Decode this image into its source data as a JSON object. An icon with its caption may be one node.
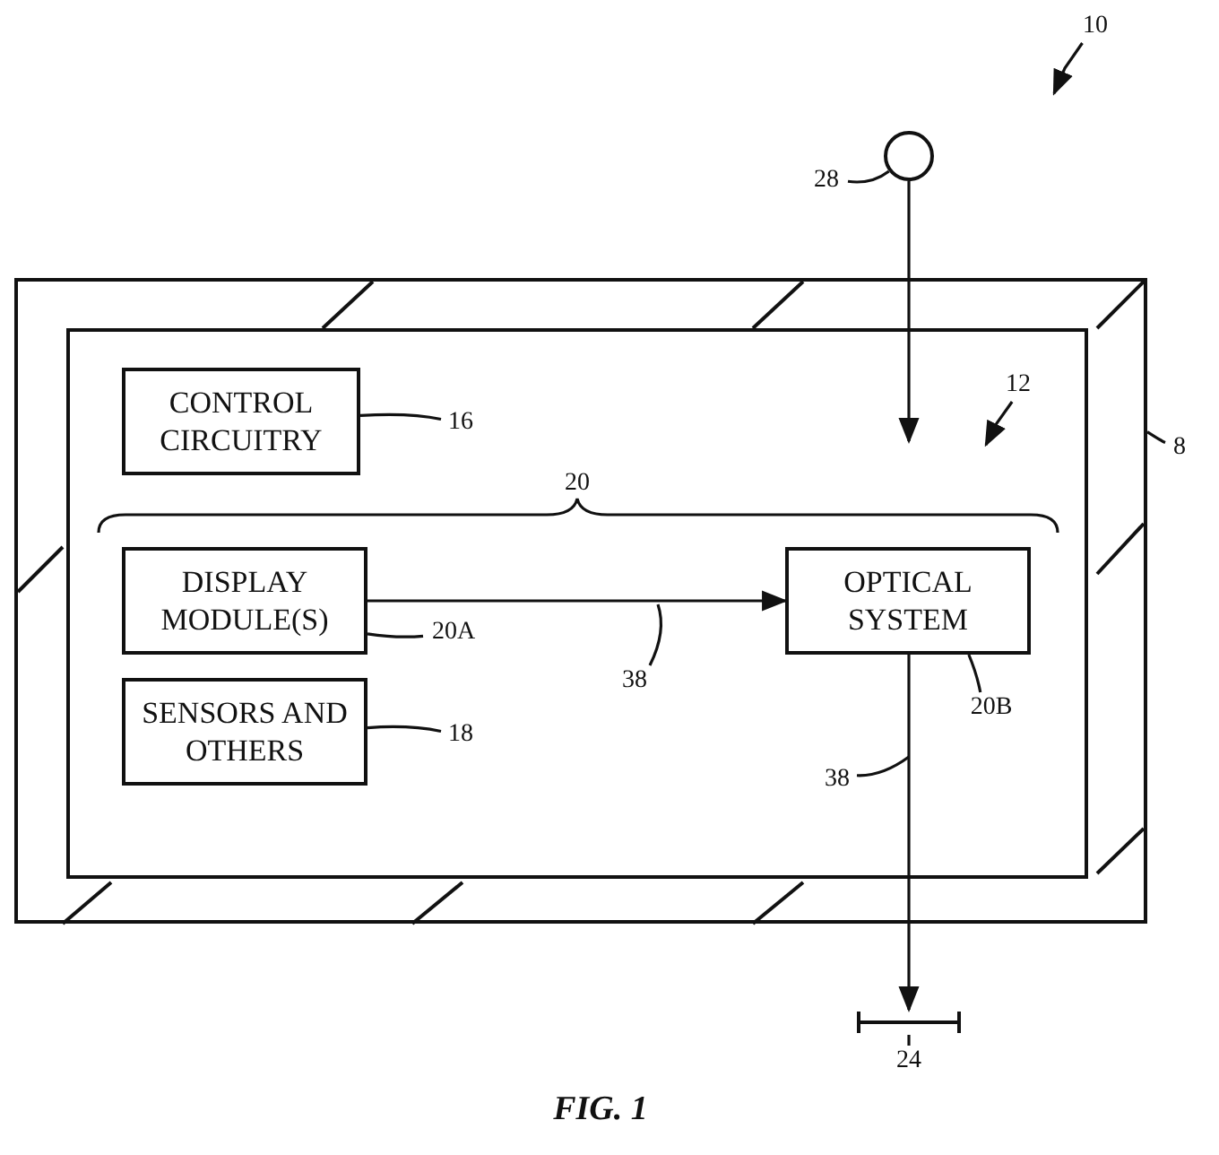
{
  "diagram": {
    "caption": "FIG. 1",
    "nodes": [
      {
        "text": [],
        "shape": "box"
      },
      {
        "text": [],
        "shape": "box",
        "in": 0
      },
      {
        "text": [
          "CONTROL CIRCUITRY"
        ],
        "in": 1
      },
      {
        "text": [
          "DISPLAY MODULE(S)"
        ],
        "in": 1
      },
      {
        "text": [
          "SENSORS AND OTHERS"
        ],
        "in": 1
      },
      {
        "text": [
          "OPTICAL SYSTEM"
        ],
        "in": 1
      },
      {
        "text": [],
        "shape": "circle"
      },
      {
        "text": [],
        "shape": "bar"
      },
      {
        "text": [
          "10"
        ]
      },
      {
        "text": [
          "28"
        ]
      },
      {
        "text": [
          "8"
        ]
      },
      {
        "text": [
          "12"
        ],
        "in": 1
      },
      {
        "text": [
          "16"
        ],
        "in": 1
      },
      {
        "text": [
          "20A"
        ],
        "in": 1
      },
      {
        "text": [
          "20B"
        ],
        "in": 1
      },
      {
        "text": [
          "18"
        ],
        "in": 1
      },
      {
        "text": [
          "38"
        ],
        "in": 1
      },
      {
        "text": [
          "38"
        ],
        "in": 1
      },
      {
        "text": [
          "24"
        ]
      }
    ],
    "edges": [
      {
        "from": 6,
        "to": null,
        "arrow": "to"
      },
      {
        "from": 3,
        "to": 5,
        "arrow": "to"
      },
      {
        "from": 5,
        "to": 7,
        "arrow": "to"
      },
      {
        "from": 9,
        "to": 6,
        "arrow": "none"
      },
      {
        "from": 10,
        "to": 0,
        "arrow": "none"
      },
      {
        "from": 11,
        "to": null,
        "arrow": "to"
      },
      {
        "from": 12,
        "to": 2,
        "arrow": "none"
      },
      {
        "from": 13,
        "to": 3,
        "arrow": "none"
      },
      {
        "from": 14,
        "to": 5,
        "arrow": "none"
      },
      {
        "from": 15,
        "to": 4,
        "arrow": "none"
      },
      {
        "from": 16,
        "to": null,
        "arrow": "none"
      },
      {
        "from": 17,
        "to": null,
        "arrow": "none"
      },
      {
        "from": 18,
        "to": 7,
        "arrow": "none"
      },
      {
        "from": 8,
        "to": null,
        "arrow": "to"
      }
    ],
    "labels": [
      "20"
    ]
  }
}
